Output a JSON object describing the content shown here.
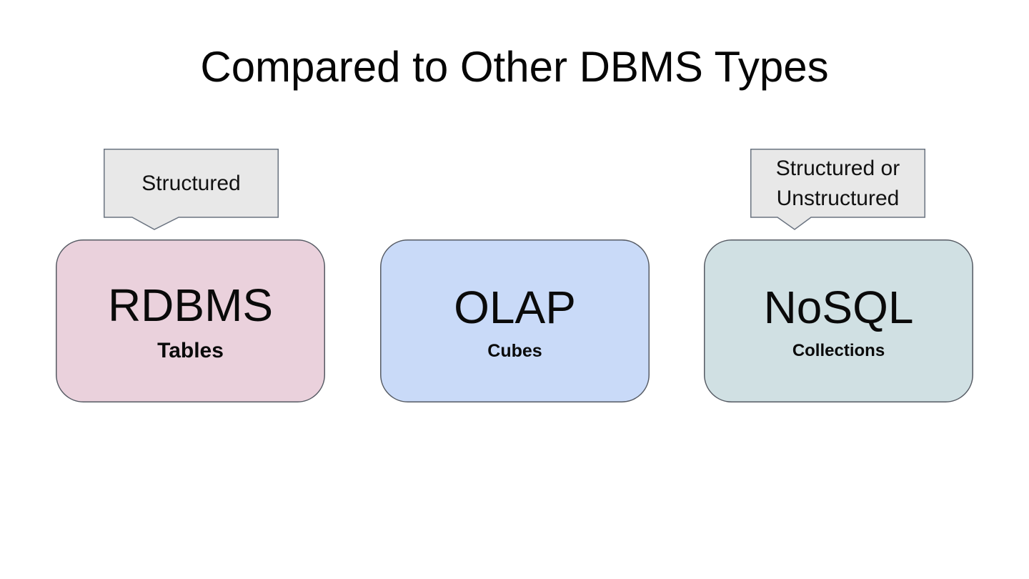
{
  "title": "Compared to Other DBMS Types",
  "background_color": "#ffffff",
  "title_color": "#060606",
  "callouts": [
    {
      "text": "Structured",
      "fill": "#e8e8e8",
      "border_color": "#6a7380",
      "points_to": "RDBMS"
    },
    {
      "text": "Structured or\nUnstructured",
      "fill": "#e8e8e8",
      "border_color": "#6a7380",
      "points_to": "NoSQL"
    }
  ],
  "cards": [
    {
      "label": "RDBMS",
      "sublabel": "Tables",
      "fill": "#ead1dc",
      "border_color": "#555a63"
    },
    {
      "label": "OLAP",
      "sublabel": "Cubes",
      "fill": "#c9daf8",
      "border_color": "#555a63"
    },
    {
      "label": "NoSQL",
      "sublabel": "Collections",
      "fill": "#d0e0e3",
      "border_color": "#555a63"
    }
  ]
}
